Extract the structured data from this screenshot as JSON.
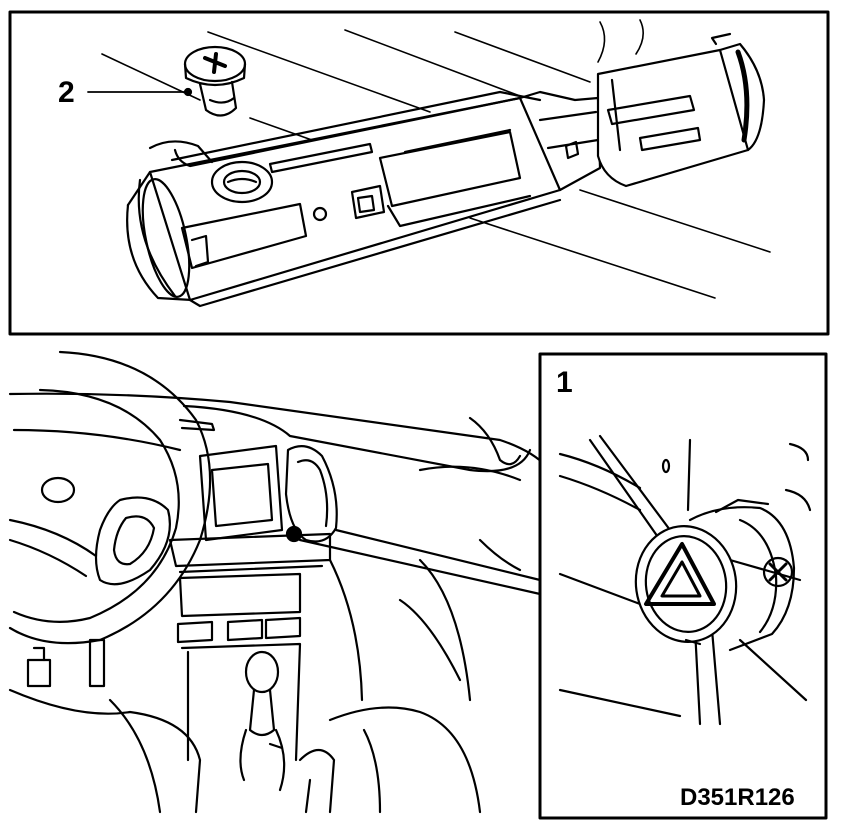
{
  "callouts": {
    "screw": "2",
    "detail": "1"
  },
  "reference_code": "D351R126",
  "colors": {
    "ink": "#000000",
    "paper": "#ffffff"
  }
}
